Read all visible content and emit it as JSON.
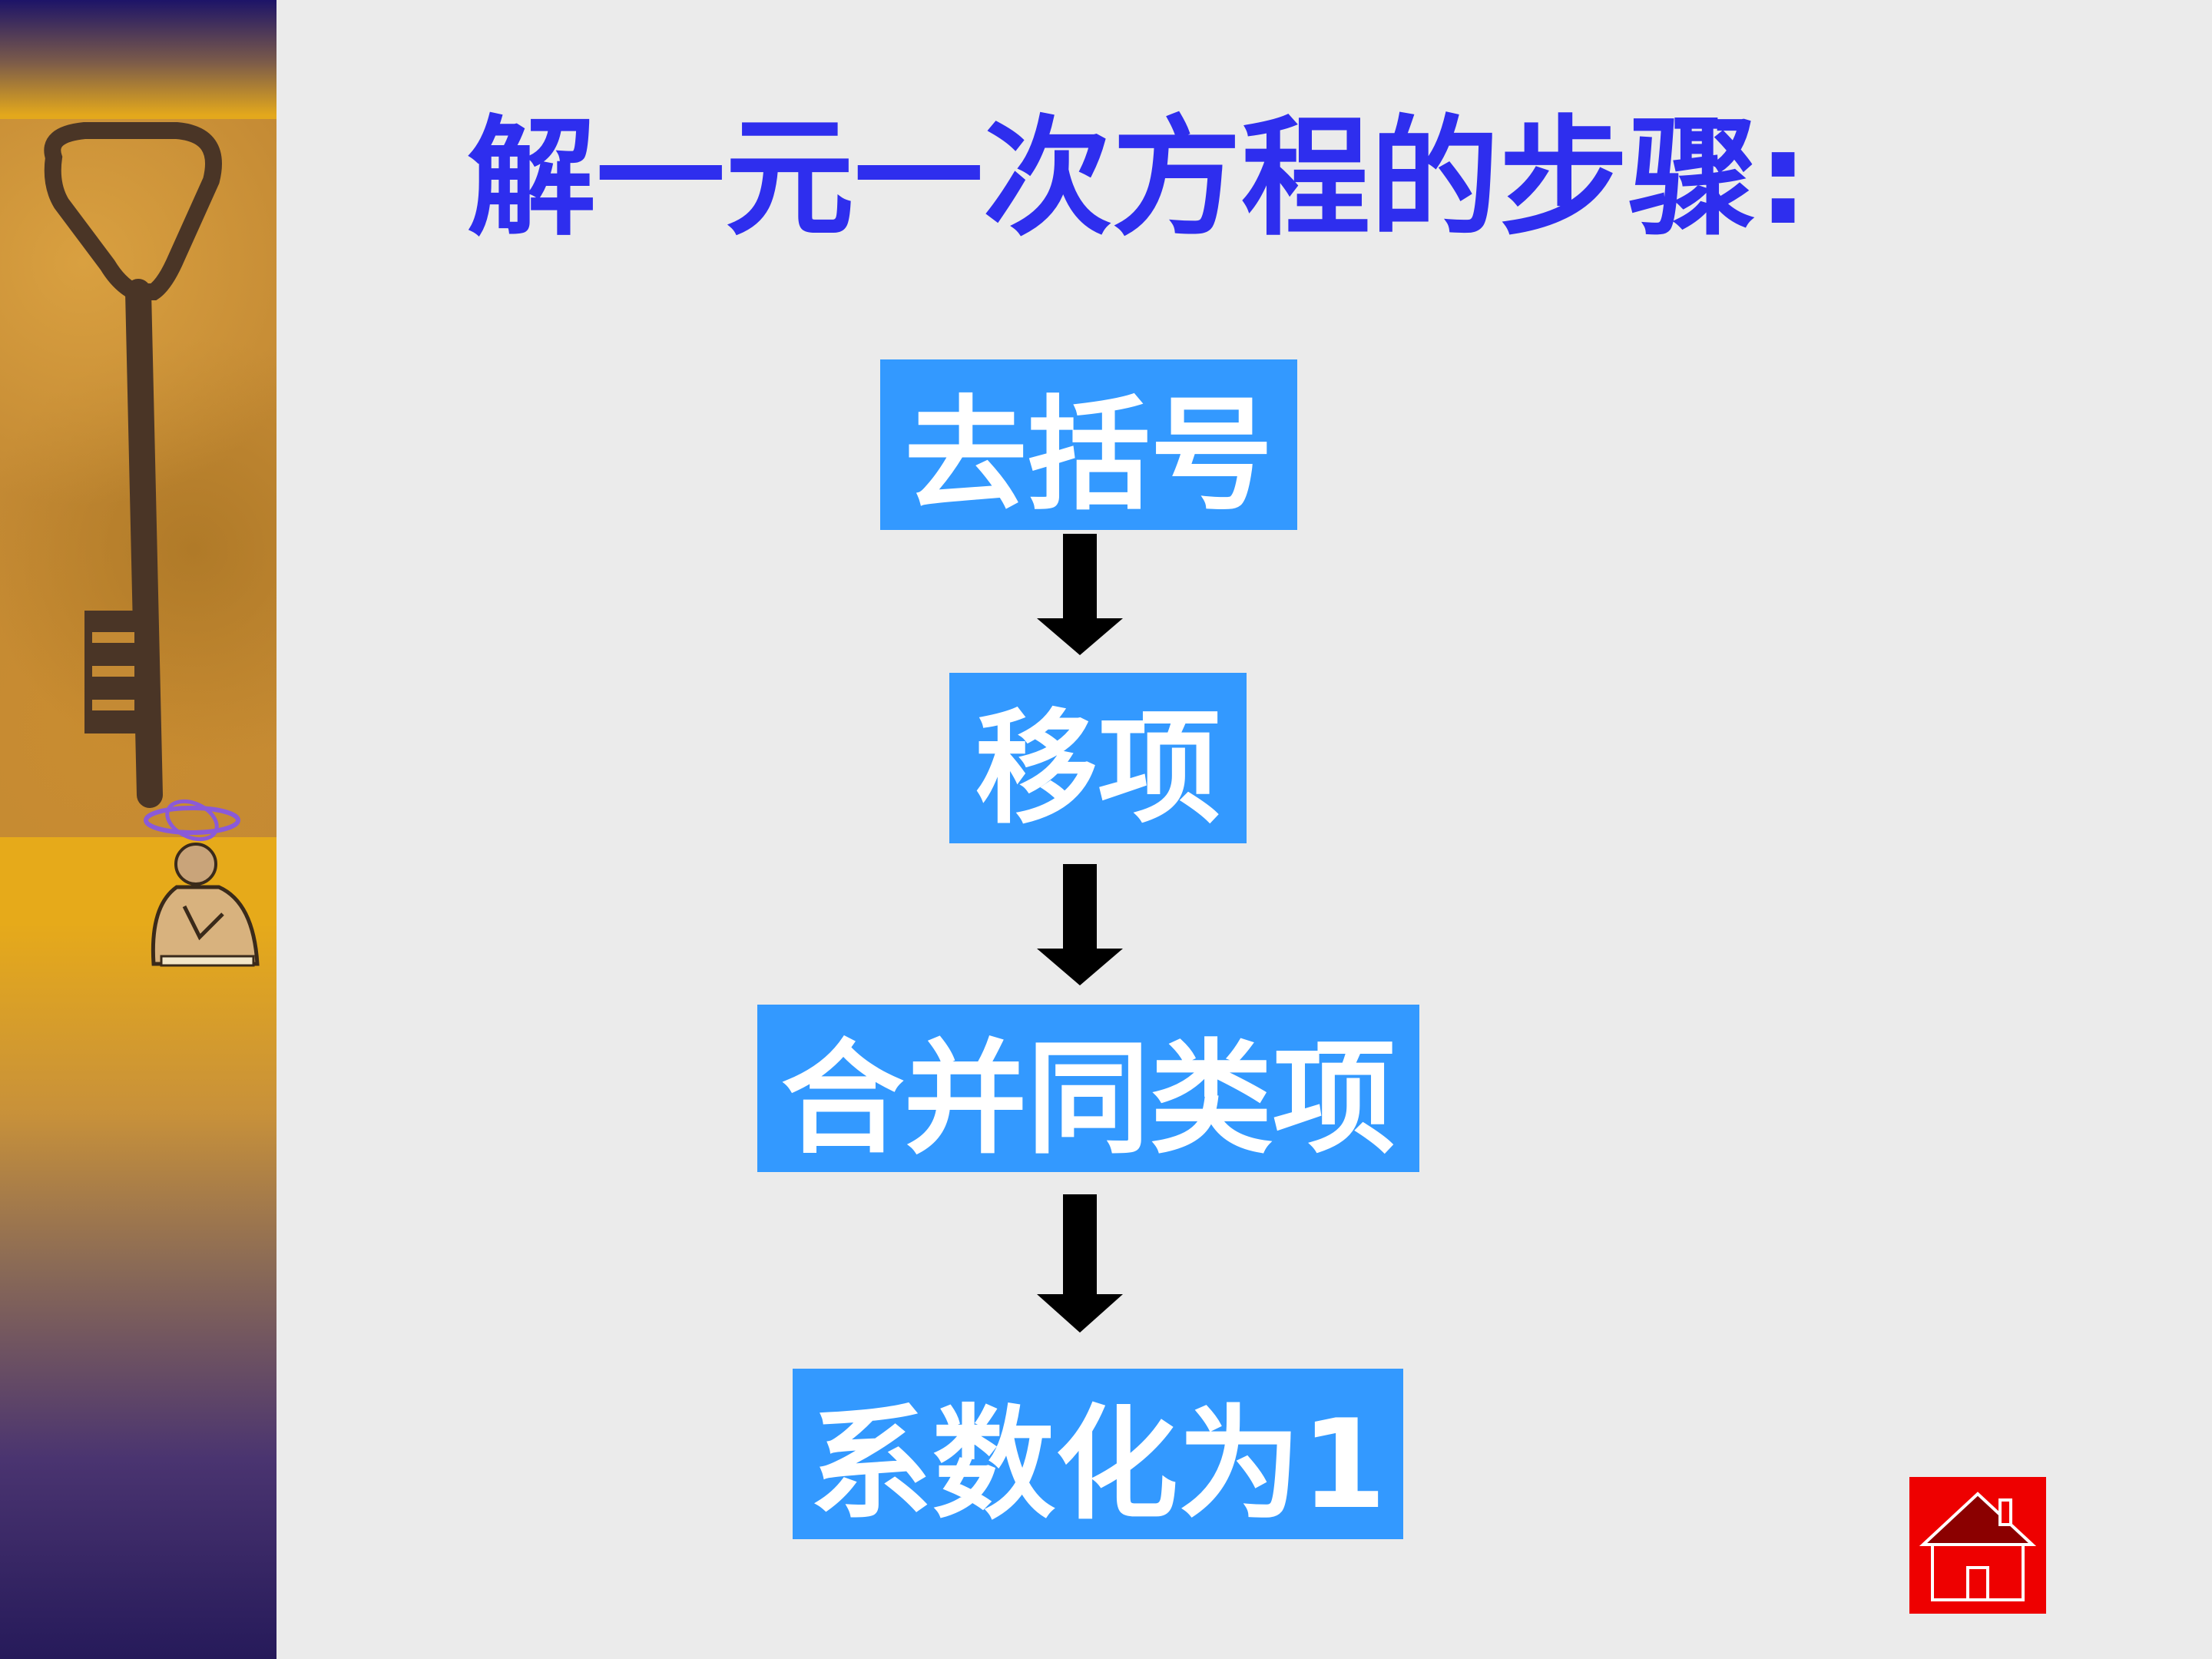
{
  "slide": {
    "title": "解一元一次方程的步骤:"
  },
  "flow": {
    "steps": [
      {
        "label": "去括号"
      },
      {
        "label": "移项"
      },
      {
        "label": "合并同类项"
      },
      {
        "label": "系数化为1"
      }
    ]
  },
  "icons": {
    "home": "house-icon",
    "arrow": "arrow-down-icon",
    "sidebar_image": "key-icon",
    "character": "thinker-figure-icon"
  },
  "colors": {
    "title": "#2e2eee",
    "step_box": "#3399ff",
    "step_text": "#ffffff",
    "arrow": "#000000",
    "home_button": "#ee0000",
    "background": "#ebebeb"
  }
}
